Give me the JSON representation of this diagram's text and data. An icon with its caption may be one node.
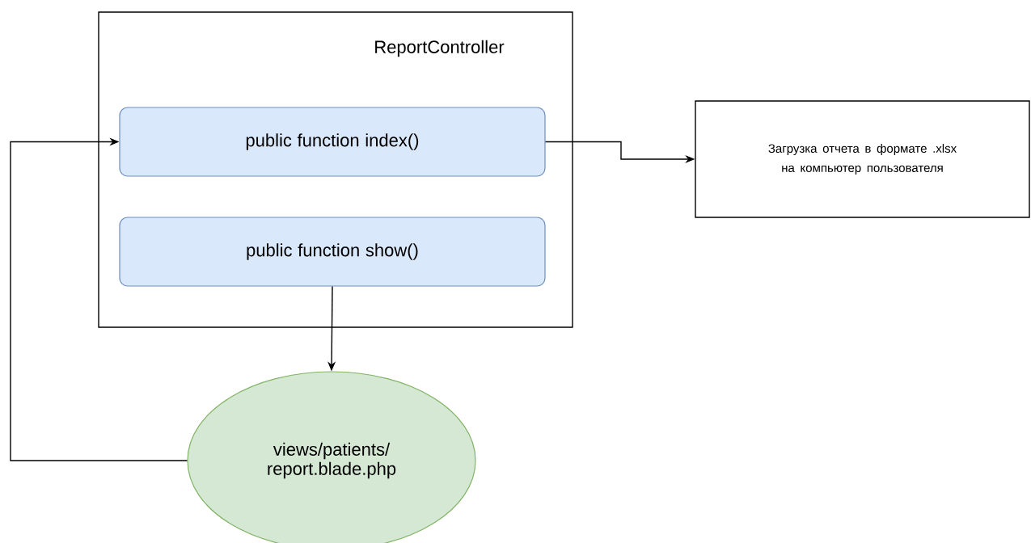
{
  "diagram": {
    "nodes": [
      {
        "text": [
          "ReportController"
        ]
      },
      {
        "text": [
          "public function index()"
        ],
        "in": 0
      },
      {
        "text": [
          "public function show()"
        ],
        "in": 0
      },
      {
        "text": [
          "Загрузка отчета в формате .xlsx на компьютер пользователя"
        ]
      },
      {
        "text": [
          "views/patients/ report.blade.php"
        ]
      }
    ],
    "edges": [
      {
        "from": 1,
        "to": 3,
        "arrow": "to"
      },
      {
        "from": 2,
        "to": 4,
        "arrow": "to"
      },
      {
        "from": 4,
        "to": 1,
        "arrow": "to"
      }
    ]
  }
}
